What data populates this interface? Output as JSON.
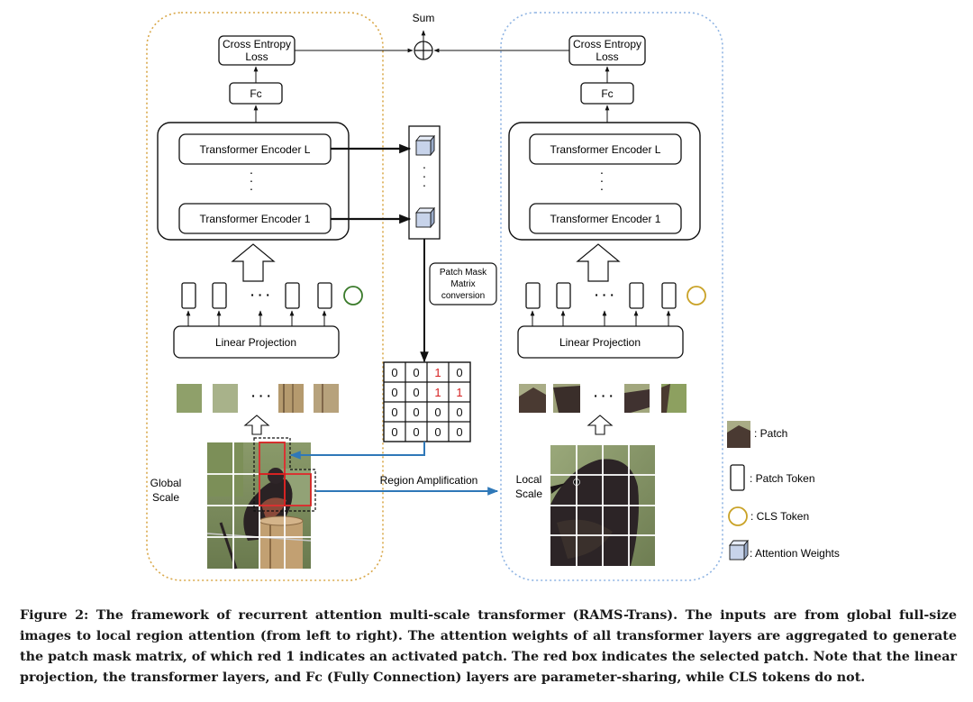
{
  "top": {
    "sum_label": "Sum"
  },
  "global_branch": {
    "loss": [
      "Cross Entropy",
      "Loss"
    ],
    "fc": "Fc",
    "encoder_top": "Transformer Encoder L",
    "encoder_bottom": "Transformer Encoder 1",
    "vdots": "·\n·\n·",
    "token_dots": "· · ·",
    "linear_projection": "Linear Projection",
    "patch_dots": "· · ·",
    "scale_label": [
      "Global",
      "Scale"
    ]
  },
  "local_branch": {
    "loss": [
      "Cross Entropy",
      "Loss"
    ],
    "fc": "Fc",
    "encoder_top": "Transformer Encoder L",
    "encoder_bottom": "Transformer Encoder 1",
    "token_dots": "· · ·",
    "linear_projection": "Linear Projection",
    "patch_dots": "· · ·",
    "scale_label": [
      "Local",
      "Scale"
    ]
  },
  "middle": {
    "conversion_label": [
      "Patch Mask",
      "Matrix",
      "conversion"
    ],
    "region_amplification": "Region Amplification",
    "mask_matrix": [
      [
        "0",
        "0",
        "1",
        "0"
      ],
      [
        "0",
        "0",
        "1",
        "1"
      ],
      [
        "0",
        "0",
        "0",
        "0"
      ],
      [
        "0",
        "0",
        "0",
        "0"
      ]
    ],
    "mask_highlight": [
      [
        0,
        2
      ],
      [
        1,
        2
      ],
      [
        1,
        3
      ]
    ]
  },
  "legend": {
    "patch": ": Patch",
    "patch_token": ": Patch Token",
    "cls_token": ": CLS Token",
    "attention_weights": ": Attention Weights"
  },
  "colors": {
    "global_border": "#d9a84a",
    "local_border": "#8fb4e3",
    "global_cls": "#3a7a2a",
    "local_cls": "#c9a227",
    "arrow_blue": "#2f78b8",
    "highlight_red": "#d62020",
    "cube_face": "#c7d3ea"
  },
  "caption": "Figure 2: The framework of recurrent attention multi-scale transformer (RAMS-Trans). The inputs are from global full-size images to local region attention (from left to right). The attention weights of all transformer layers are aggregated to generate the patch mask matrix, of which red 1 indicates an activated patch. The red box indicates the selected patch. Note that the linear projection, the transformer layers, and Fc (Fully Connection) layers are parameter-sharing, while CLS tokens do not."
}
